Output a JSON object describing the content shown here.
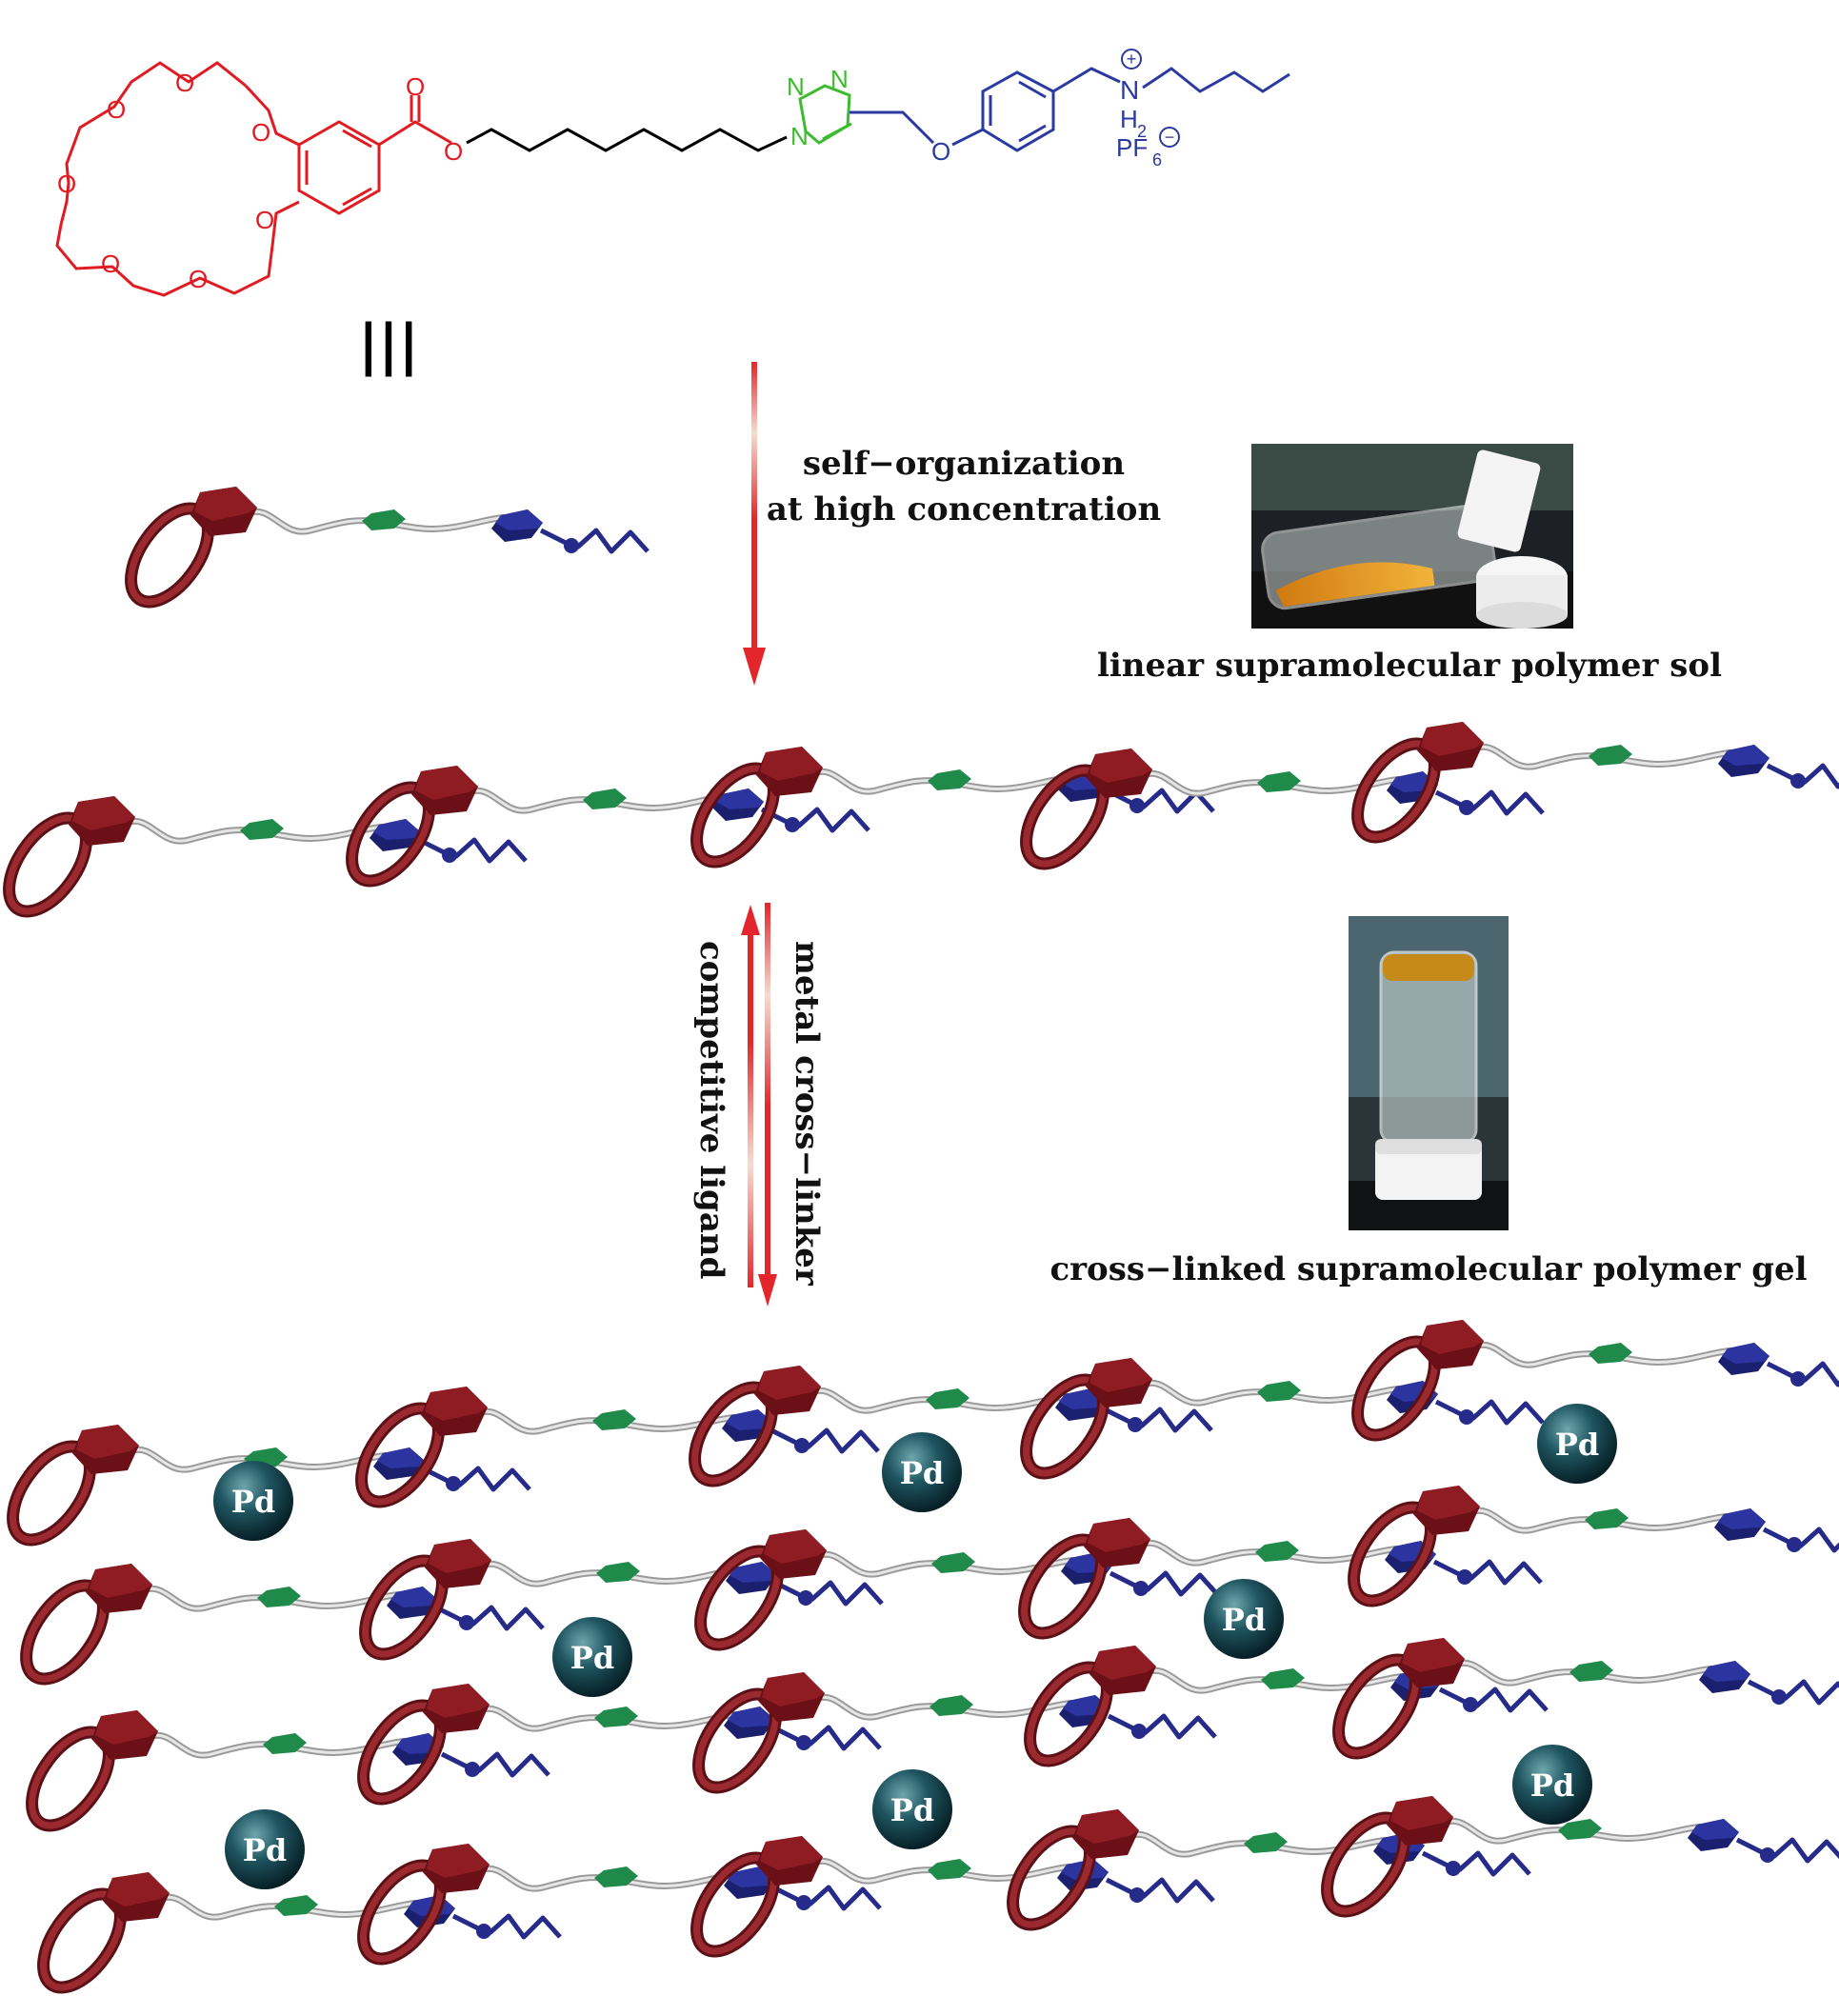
{
  "colors": {
    "crown": "#e01b22",
    "linker": "#000000",
    "triazole": "#3dbb2f",
    "ammonium": "#2b3aa0",
    "ring_3d": "#8a1e26",
    "guest_3d": "#262b8a",
    "triazole_3d": "#1f8a4a",
    "arrow": "#e3262b",
    "pd_sphere": "#0f3a44"
  },
  "molecule": {
    "atom_O": "O",
    "atom_N": "N",
    "atom_H2": "H",
    "atom_H2_sub": "2",
    "counterion": "PF",
    "counterion_sub": "6",
    "charge_plus": "+",
    "charge_minus": "−"
  },
  "equivalence_symbol": "|||",
  "arrows": {
    "self_organization": {
      "line1": "self−organization",
      "line2": "at high concentration"
    },
    "forward": "metal cross−linker",
    "reverse": "competitive ligand"
  },
  "photos": {
    "sol_caption": "linear supramolecular polymer sol",
    "gel_caption": "cross−linked supramolecular polymer gel"
  },
  "pd_label": "Pd"
}
